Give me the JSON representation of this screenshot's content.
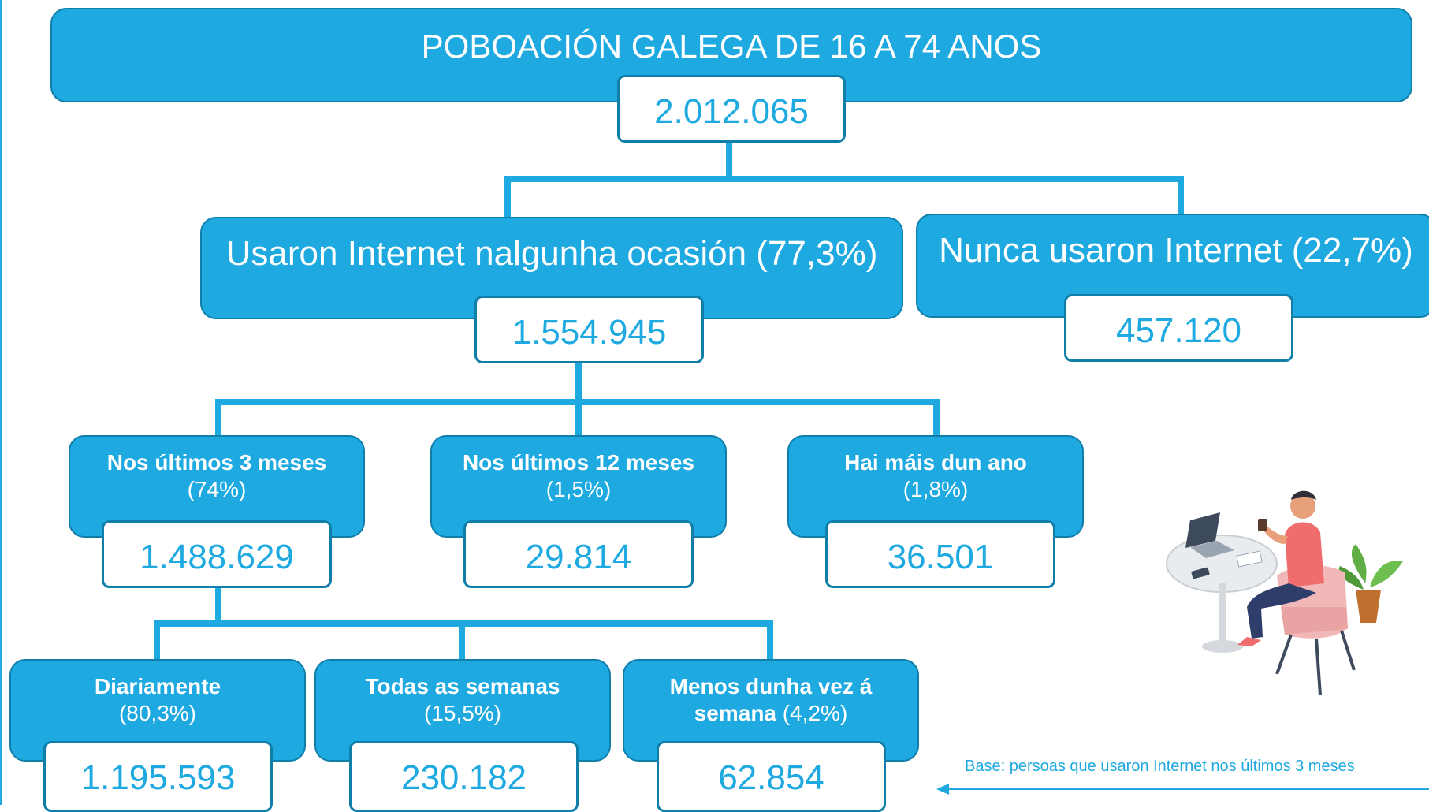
{
  "diagram": {
    "root": {
      "title": "POBOACIÓN GALEGA DE 16 A 74 ANOS",
      "value": "2.012.065"
    },
    "level1": [
      {
        "title": "Usaron Internet nalgunha ocasión (77,3%)",
        "value": "1.554.945"
      },
      {
        "title": "Nunca usaron Internet (22,7%)",
        "value": "457.120"
      }
    ],
    "level2": [
      {
        "title": "Nos últimos 3 meses",
        "pct": "(74%)",
        "value": "1.488.629"
      },
      {
        "title": "Nos últimos 12 meses",
        "pct": "(1,5%)",
        "value": "29.814"
      },
      {
        "title": "Hai máis dun ano",
        "pct": "(1,8%)",
        "value": "36.501"
      }
    ],
    "level3": [
      {
        "title": "Diariamente",
        "pct": "(80,3%)",
        "value": "1.195.593"
      },
      {
        "title": "Todas as semanas",
        "pct": "(15,5%)",
        "value": "230.182"
      },
      {
        "title_line1": "Menos dunha vez á",
        "title_line2": "semana",
        "pct": "(4,2%)",
        "value": "62.854"
      }
    ],
    "note": "Base: persoas que usaron Internet nos últimos 3 meses"
  },
  "colors": {
    "accent": "#1ea9e1",
    "border": "#0f7fa9"
  }
}
